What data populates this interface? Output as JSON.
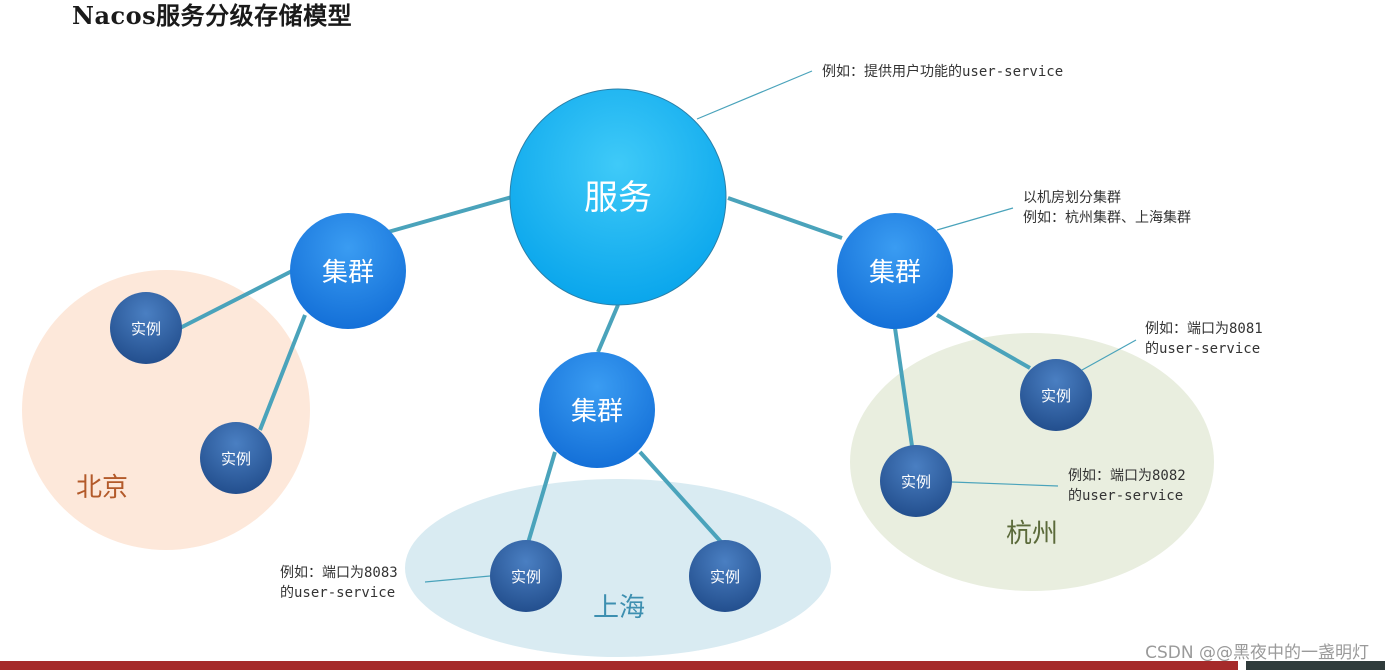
{
  "title": "Nacos服务分级存储模型",
  "service": {
    "label": "服务"
  },
  "clusters": {
    "label": "集群"
  },
  "instances": {
    "label": "实例"
  },
  "regions": {
    "beijing": "北京",
    "shanghai": "上海",
    "hangzhou": "杭州"
  },
  "notes": {
    "service": [
      "例如：提供用户功能的user-service"
    ],
    "cluster": [
      "以机房划分集群",
      "例如：杭州集群、上海集群"
    ],
    "instance_8081": [
      "例如：端口为8081",
      "的user-service"
    ],
    "instance_8082": [
      "例如：端口为8082",
      "的user-service"
    ],
    "instance_8083": [
      "例如：端口为8083",
      "的user-service"
    ]
  },
  "watermark": "CSDN @@黑夜中的一盏明灯",
  "colors": {
    "service": "#1ab3f0",
    "cluster": "#1f86ea",
    "instance": "#2f63a8",
    "edge": "#4aa3bb",
    "beijing_region": "#fde8da",
    "shanghai_region": "#d9ebf2",
    "hangzhou_region": "#e9eedf"
  }
}
